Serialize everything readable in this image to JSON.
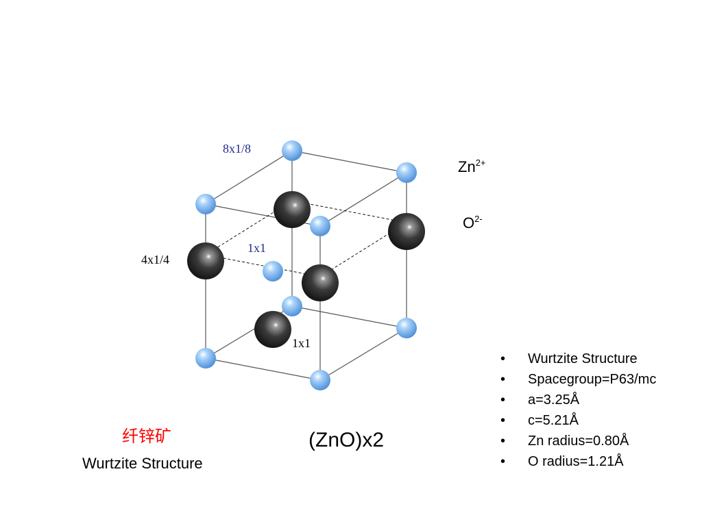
{
  "diagram": {
    "labels": {
      "corner": "8x1/8",
      "edge": "4x1/4",
      "inner_top": "1x1",
      "inner_bottom": "1x1"
    },
    "legend": [
      {
        "symbol": "Zn",
        "charge": "2+"
      },
      {
        "symbol": "O",
        "charge": "2-"
      }
    ],
    "colors": {
      "zn_atom": "#7fb8f2",
      "o_atom": "#2a2a2a",
      "cell_edge": "#555555",
      "label_blue": "#1f2a8a",
      "title_red": "#ff0000"
    }
  },
  "formula": "(ZnO)x2",
  "title_cn": "纤锌矿",
  "title_en": "Wurtzite Structure",
  "properties": {
    "bullet": "•",
    "items": [
      "Wurtzite Structure",
      "Spacegroup=P63/mc",
      "a=3.25Å",
      "c=5.21Å",
      "Zn radius=0.80Å",
      "O radius=1.21Å"
    ]
  }
}
